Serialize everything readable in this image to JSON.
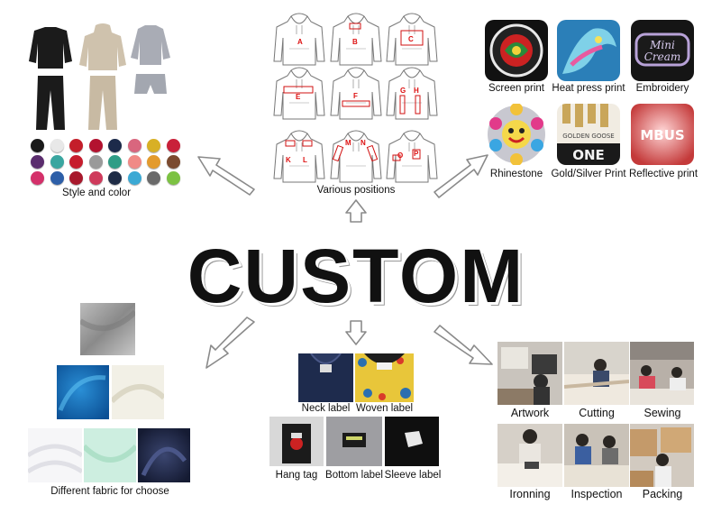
{
  "title": "CUSTOM",
  "style_section": {
    "caption": "Style and color",
    "swatch_colors": [
      "#1a1a1a",
      "#e8e8e8",
      "#c41e2a",
      "#b3122f",
      "#1c2a4a",
      "#d9667e",
      "#d8b025",
      "#c9213a",
      "#5b2d6e",
      "#3aa6a0",
      "#c61d2d",
      "#9a9a9a",
      "#2f9d86",
      "#f08a86",
      "#e39b2d",
      "#7b4a2f",
      "#d4306a",
      "#2d5fa8",
      "#a8182c",
      "#cf3a5b",
      "#1e2c46",
      "#3ba9d4",
      "#6a6a6a",
      "#7cc242"
    ]
  },
  "positions_section": {
    "caption": "Various positions",
    "letters": [
      "A",
      "B",
      "C",
      "E",
      "F",
      "G",
      "H",
      "K",
      "L",
      "M",
      "N",
      "O",
      "P"
    ]
  },
  "techniques": [
    {
      "label": "Screen print"
    },
    {
      "label": "Heat press print"
    },
    {
      "label": "Embroidery"
    },
    {
      "label": "Rhinestone"
    },
    {
      "label": "Gold/Silver Print"
    },
    {
      "label": "Reflective print"
    }
  ],
  "fabric_section": {
    "caption": "Different fabric for choose"
  },
  "label_section": {
    "items": [
      {
        "label": "Neck label"
      },
      {
        "label": "Woven label"
      },
      {
        "label": "Hang tag"
      },
      {
        "label": "Bottom label"
      },
      {
        "label": "Sleeve label"
      }
    ]
  },
  "process_section": {
    "steps": [
      {
        "label": "Artwork"
      },
      {
        "label": "Cutting"
      },
      {
        "label": "Sewing"
      },
      {
        "label": "Ironning"
      },
      {
        "label": "Inspection"
      },
      {
        "label": "Packing"
      }
    ]
  },
  "colors": {
    "arrow_stroke": "#8a8a8a",
    "position_mark": "#d11111"
  }
}
